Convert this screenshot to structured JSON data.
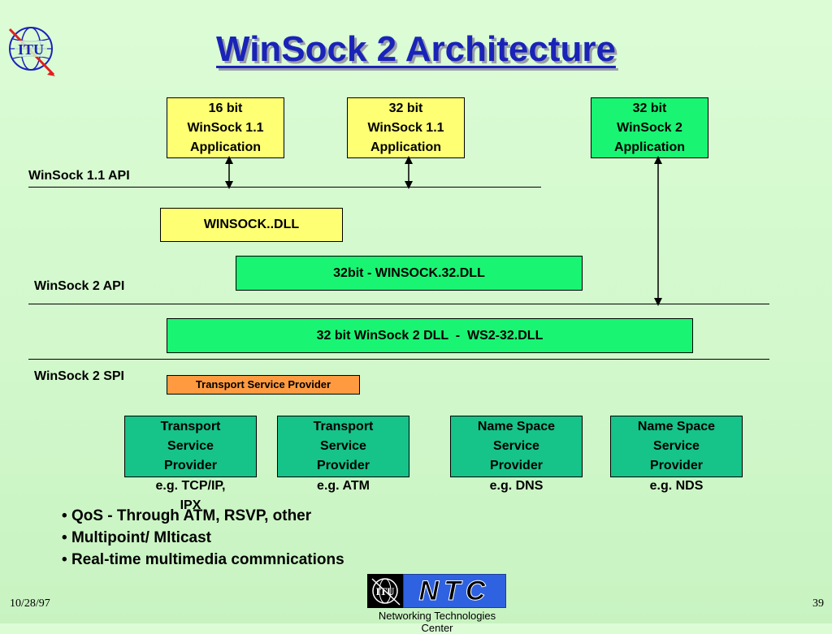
{
  "title": "WinSock 2 Architecture",
  "apps": [
    {
      "label": "16 bit\nWinSock 1.1\nApplication"
    },
    {
      "label": "32 bit\nWinSock 1.1\nApplication"
    },
    {
      "label": "32 bit\nWinSock 2\nApplication"
    }
  ],
  "api_labels": {
    "winsock11_api": "WinSock 1.1 API",
    "winsock2_api": "WinSock 2 API",
    "winsock2_spi": "WinSock 2 SPI"
  },
  "dlls": {
    "winsock_dll": "WINSOCK..DLL",
    "winsock32_dll": "32bit - WINSOCK.32.DLL",
    "ws2_dll": "32 bit WinSock 2 DLL  -  WS2-32.DLL"
  },
  "tsp_small": "Transport Service Provider",
  "providers": [
    {
      "label": "Transport\nService\nProvider",
      "example": "e.g. TCP/IP,\nIPX"
    },
    {
      "label": "Transport\nService\nProvider",
      "example": "e.g. ATM"
    },
    {
      "label": "Name Space\nService\nProvider",
      "example": "e.g. DNS"
    },
    {
      "label": "Name Space\nService\nProvider",
      "example": "e.g. NDS"
    }
  ],
  "bullets": [
    "QoS - Through ATM, RSVP, other",
    "Multipoint/ Mlticast",
    "Real-time multimedia commnications"
  ],
  "footer": {
    "date": "10/28/97",
    "page": "39",
    "logo_text": "NTC",
    "logo_subtitle": "Networking Technologies Center",
    "itu_logo_text": "ITU"
  },
  "colors": {
    "title": "#1a23b8",
    "yellow_box": "#ffff73",
    "green_box": "#19f573",
    "teal_box": "#16c389",
    "orange_box": "#ff9a40",
    "background": "#d2f8cc"
  }
}
